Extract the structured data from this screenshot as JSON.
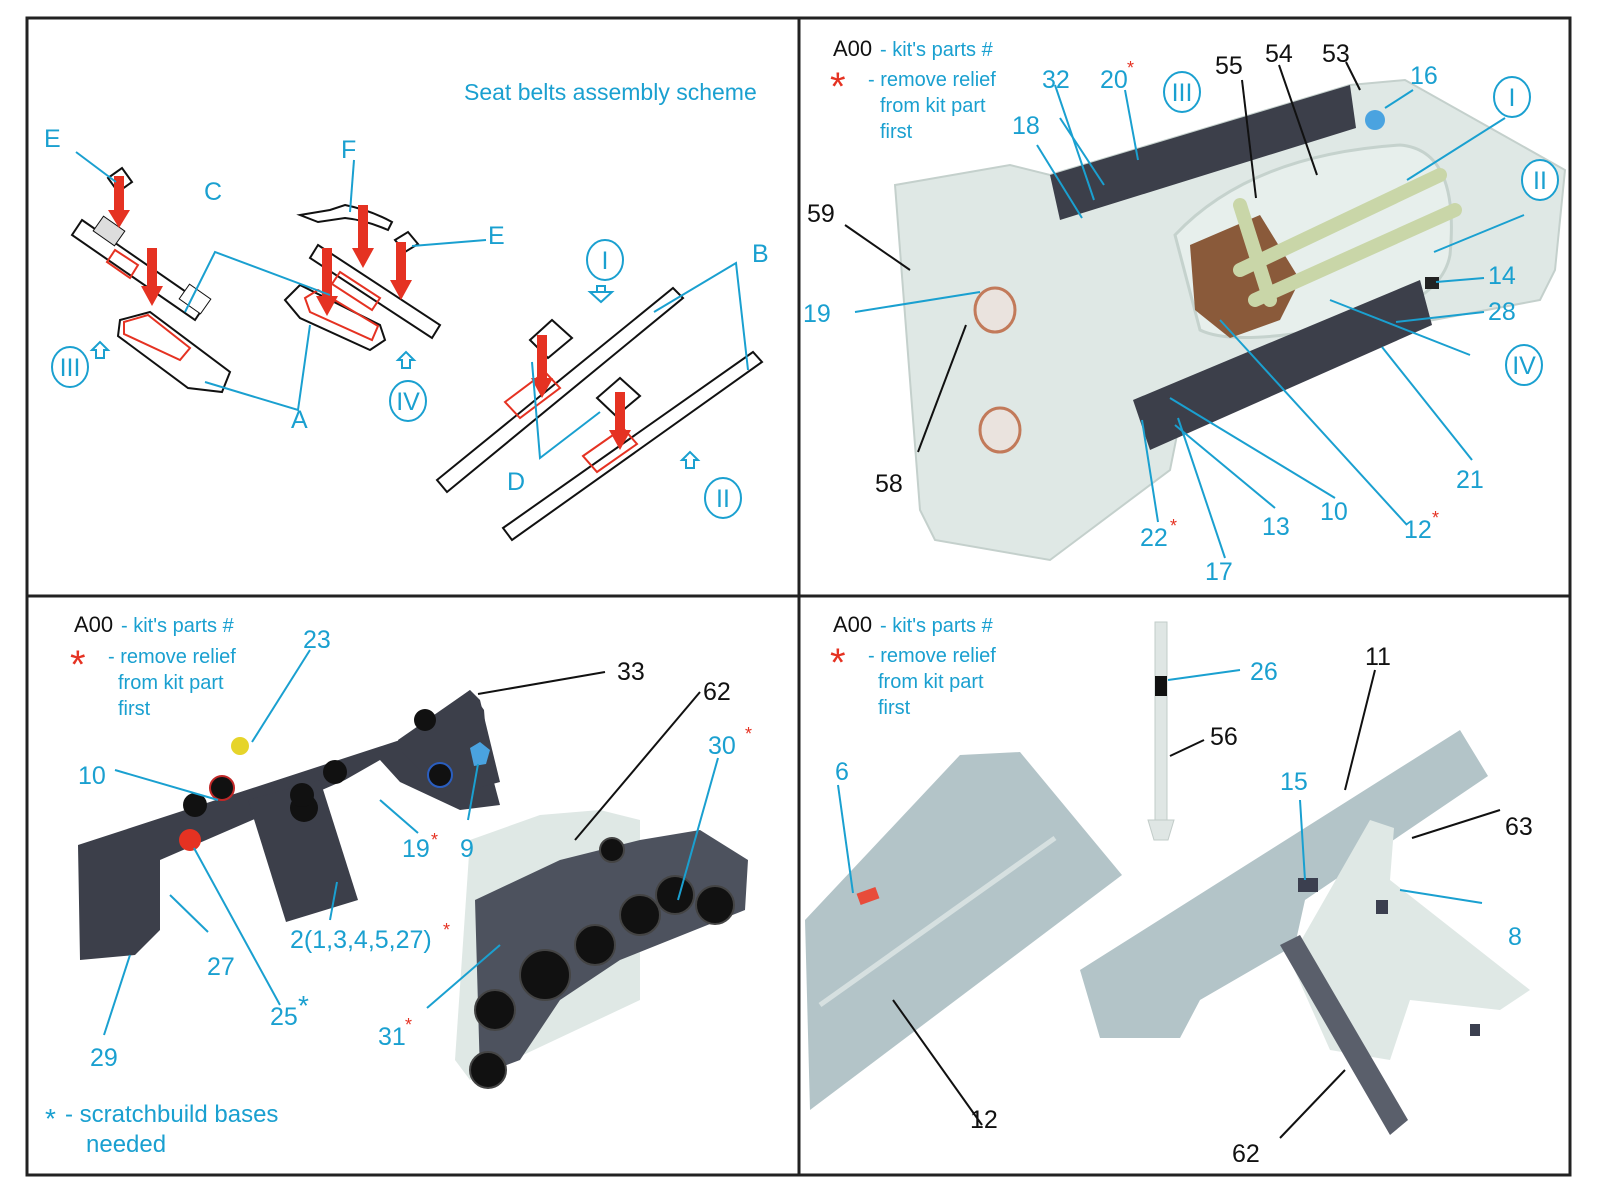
{
  "colors": {
    "label_blue": "#1aa0d0",
    "label_black": "#111111",
    "asterisk_red": "#e53222",
    "frame": "#222222",
    "resin_light": "#dfe8e5",
    "resin_grey": "#b3c4c8",
    "panel_dark": "#3c3f4a",
    "belt_green": "#c9d6a8",
    "cushion_brown": "#8a5a3a"
  },
  "legend": {
    "kit_code": "A00",
    "kit_desc": "- kit's parts #",
    "asterisk": "*",
    "remove_line1": "- remove relief",
    "remove_line2": "from kit part",
    "remove_line3": "first",
    "scratch_asterisk": "*",
    "scratch_line1": "- scratchbuild bases",
    "scratch_line2": "needed"
  },
  "panel_belts": {
    "title": "Seat belts assembly scheme",
    "letters": {
      "A": "A",
      "B": "B",
      "C": "C",
      "D": "D",
      "E1": "E",
      "E2": "E",
      "F": "F"
    },
    "roman": {
      "I": "I",
      "II": "II",
      "III": "III",
      "IV": "IV"
    }
  },
  "panel_seat": {
    "labels": {
      "p32": "32",
      "p20": "20",
      "p18": "18",
      "p55": "55",
      "p54": "54",
      "p53": "53",
      "p16": "16",
      "pIII": "III",
      "pI": "I",
      "pII": "II",
      "p59": "59",
      "p19": "19",
      "p14": "14",
      "p28": "28",
      "pIV": "IV",
      "p58": "58",
      "p21": "21",
      "p22": "22",
      "p17": "17",
      "p13": "13",
      "p10": "10",
      "p12": "12"
    }
  },
  "panel_dash": {
    "labels": {
      "p23": "23",
      "p33": "33",
      "p62": "62",
      "p30": "30",
      "p10": "10",
      "p19": "19",
      "p9": "9",
      "p2": "2(1,3,4,5,27)",
      "p27": "27",
      "p25": "25",
      "p31": "31",
      "p29": "29"
    }
  },
  "panel_floor": {
    "labels": {
      "p26": "26",
      "p11": "11",
      "p56": "56",
      "p6": "6",
      "p15": "15",
      "p63": "63",
      "p8": "8",
      "p12": "12",
      "p62": "62"
    }
  }
}
